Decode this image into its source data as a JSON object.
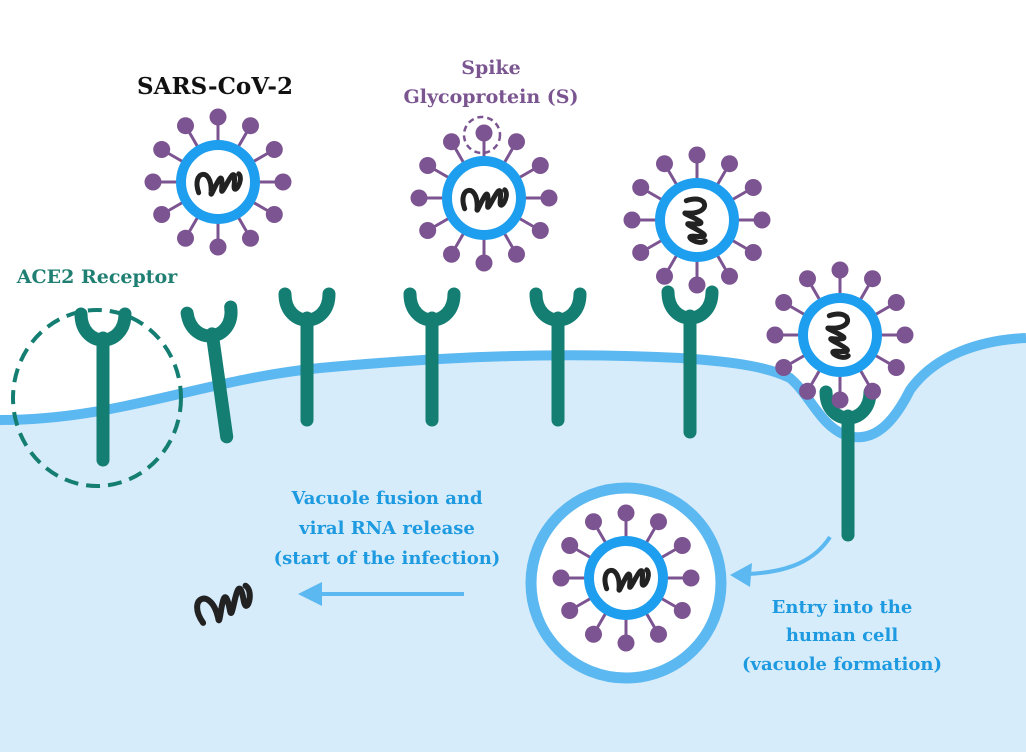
{
  "labels": {
    "virus": "SARS-CoV-2",
    "spike_line1": "Spike",
    "spike_line2": "Glycoprotein (S)",
    "ace2": "ACE2  Receptor",
    "fusion_line1": "Vacuole fusion and",
    "fusion_line2": "viral RNA release",
    "fusion_line3": "(start of the infection)",
    "entry_line1": "Entry into the",
    "entry_line2": "human cell",
    "entry_line3": "(vacuole formation)"
  },
  "colors": {
    "cell": "#d6ecfb",
    "membrane": "#5cb8f0",
    "receptor": "#147e72",
    "spike": "#7b5491",
    "envelope": "#1e9eee",
    "rna": "#222222",
    "arrow": "#5cb8f0",
    "title": "#111111",
    "spike_label": "#7a5590",
    "ace2_label": "#1f7f73",
    "blue_label": "#1e9ae0"
  },
  "icons": {
    "virus": "coronavirus-icon",
    "receptor": "y-receptor-icon",
    "rna": "rna-strand-icon",
    "vacuole": "vacuole-icon"
  }
}
